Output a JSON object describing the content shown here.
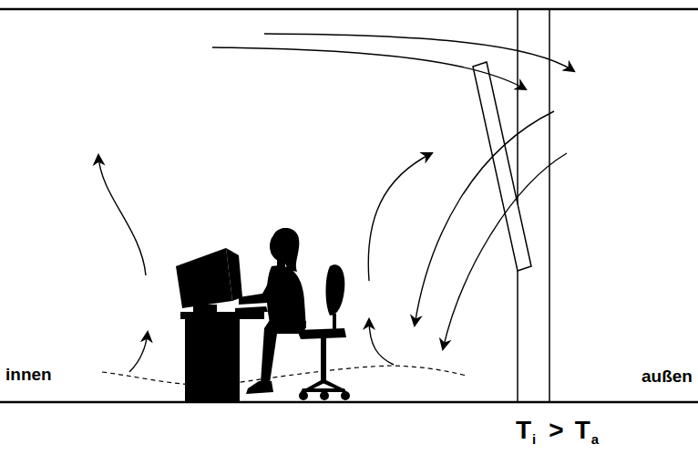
{
  "diagram": {
    "labels": [
      "innen",
      "außen",
      "T",
      "i",
      ">",
      "T",
      "a"
    ]
  }
}
